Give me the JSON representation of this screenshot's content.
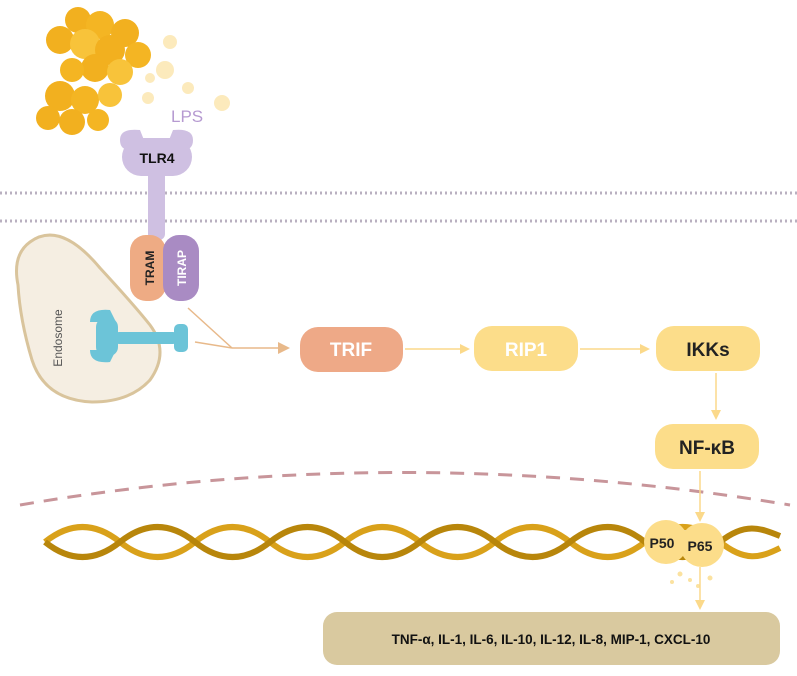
{
  "labels": {
    "lps": "LPS",
    "tlr4": "TLR4",
    "tram": "TRAM",
    "tirap": "TIRAP",
    "endosome": "Endosome",
    "trif": "TRIF",
    "rip1": "RIP1",
    "ikks": "IKKs",
    "nfkb": "NF-κB",
    "p50": "P50",
    "p65": "P65",
    "cytokines": "TNF-α, IL-1, IL-6, IL-10, IL-12, IL-8, MIP-1, CXCL-10"
  },
  "colors": {
    "lps_dark": "#f2b01f",
    "lps_light": "#f9d46b",
    "receptor": "#cfc0e2",
    "tram": "#eeab84",
    "tirap": "#a98bc3",
    "endosome_fill": "#f5eee2",
    "endosome_stroke": "#d9c49c",
    "tlr_endosome": "#6cc4d8",
    "trif": "#eea987",
    "node": "#fcdd8a",
    "arrow": "#fbe2a0",
    "arrow_dark": "#e5b57a",
    "membrane": "#b9b0c0",
    "nuclear": "#c28a8e",
    "dna_a": "#d9a11a",
    "dna_b": "#b8860b",
    "output_box": "#d9c99f"
  }
}
